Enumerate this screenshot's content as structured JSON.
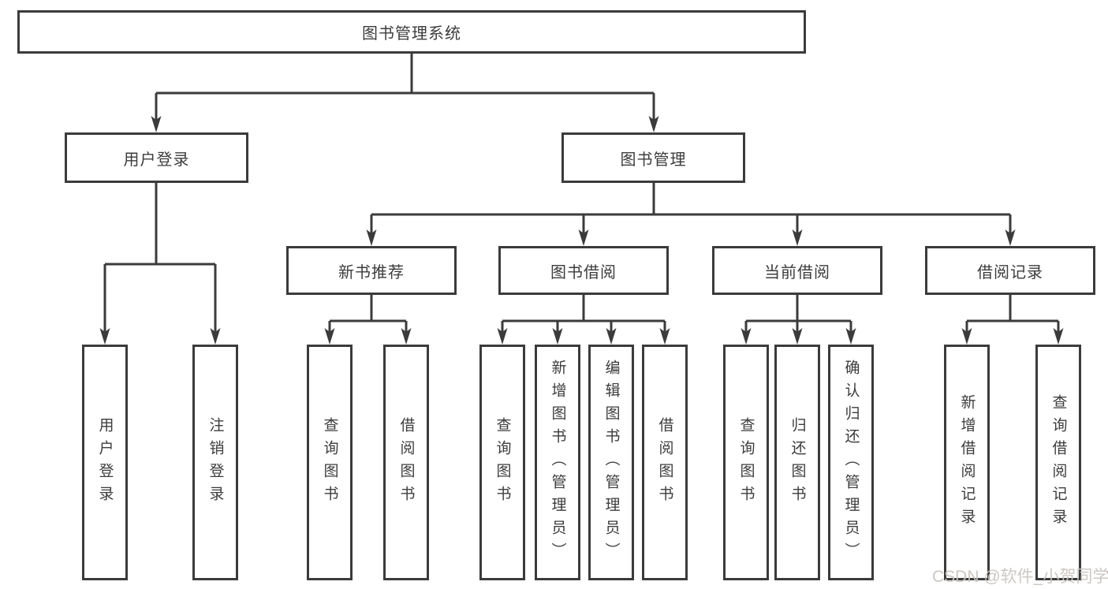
{
  "diagram": {
    "root": {
      "label": "图书管理系统"
    },
    "branches": [
      {
        "label": "用户登录",
        "children": [
          {
            "label": "用户登录"
          },
          {
            "label": "注销登录"
          }
        ]
      },
      {
        "label": "图书管理",
        "groups": [
          {
            "label": "新书推荐",
            "children": [
              {
                "label": "查询图书"
              },
              {
                "label": "借阅图书"
              }
            ]
          },
          {
            "label": "图书借阅",
            "children": [
              {
                "label": "查询图书"
              },
              {
                "label": "新增图书（管理员）"
              },
              {
                "label": "编辑图书（管理员）"
              },
              {
                "label": "借阅图书"
              }
            ]
          },
          {
            "label": "当前借阅",
            "children": [
              {
                "label": "查询图书"
              },
              {
                "label": "归还图书"
              },
              {
                "label": "确认归还（管理员）"
              }
            ]
          },
          {
            "label": "借阅记录",
            "children": [
              {
                "label": "新增借阅记录"
              },
              {
                "label": "查询借阅记录"
              }
            ]
          }
        ]
      }
    ]
  },
  "watermark": {
    "text": "CSDN @软件_小贺同学"
  },
  "colors": {
    "line": "#3b3b3b",
    "text": "#3c3c3c",
    "watermark": "#cac5c0",
    "background": "#ffffff"
  }
}
